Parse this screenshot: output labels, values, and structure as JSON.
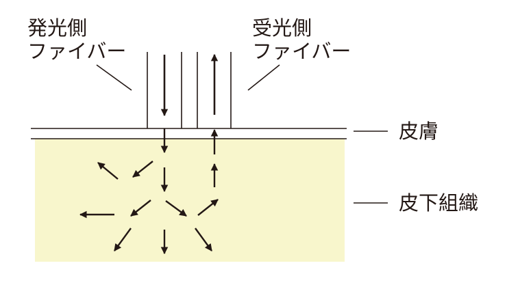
{
  "labels": {
    "emitter_line1": "発光側",
    "emitter_line2": "ファイバー",
    "receiver_line1": "受光側",
    "receiver_line2": "ファイバー",
    "skin": "皮膚",
    "subcutaneous": "皮下組織"
  },
  "colors": {
    "tissue_fill": "#f8f6cc",
    "stroke": "#231815"
  }
}
